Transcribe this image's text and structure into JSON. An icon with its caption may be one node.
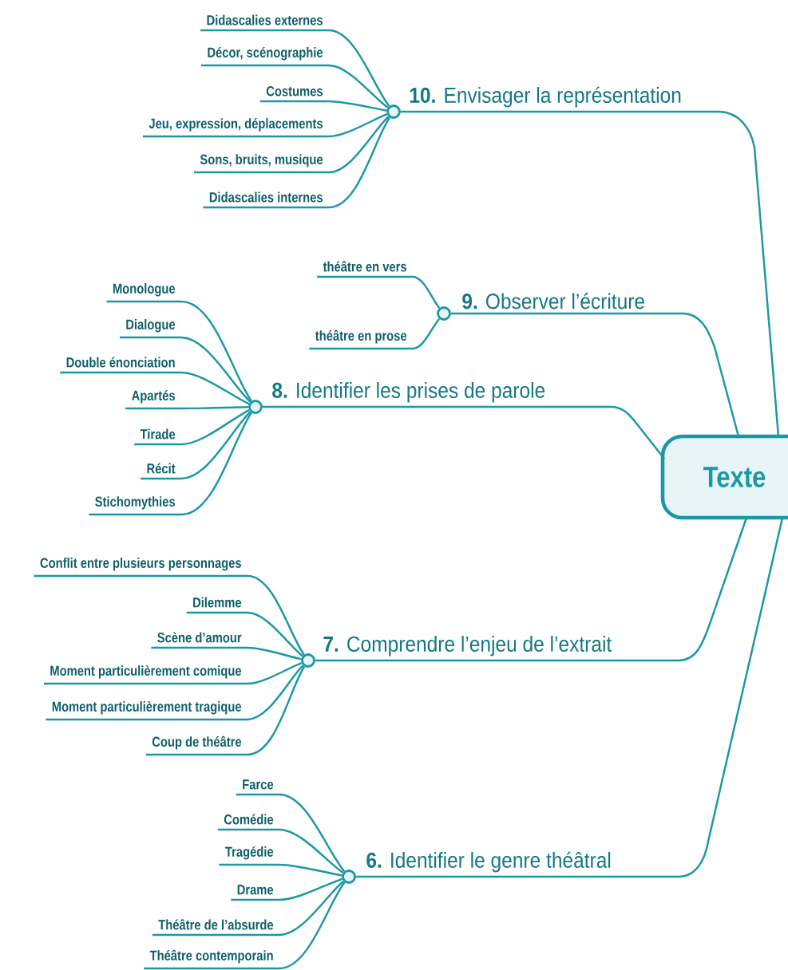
{
  "diagram": {
    "nodes": [
      {
        "text": [
          "Texte"
        ]
      },
      {
        "text": [
          "**10.** Envisager la représentation"
        ]
      },
      {
        "text": [],
        "shape": "circle"
      },
      {
        "text": [
          "Didascalies externes"
        ]
      },
      {
        "text": [
          "Décor, scénographie"
        ]
      },
      {
        "text": [
          "Costumes"
        ]
      },
      {
        "text": [
          "Jeu, expression, déplacements"
        ]
      },
      {
        "text": [
          "Sons, bruits, musique"
        ]
      },
      {
        "text": [
          "Didascalies internes"
        ]
      },
      {
        "text": [
          "**9.** Observer l’écriture"
        ]
      },
      {
        "text": [],
        "shape": "circle"
      },
      {
        "text": [
          "théâtre en vers"
        ]
      },
      {
        "text": [
          "théâtre en prose"
        ]
      },
      {
        "text": [
          "**8.** Identifier les prises de parole"
        ]
      },
      {
        "text": [],
        "shape": "circle"
      },
      {
        "text": [
          "Monologue"
        ]
      },
      {
        "text": [
          "Dialogue"
        ]
      },
      {
        "text": [
          "Double énonciation"
        ]
      },
      {
        "text": [
          "Apartés"
        ]
      },
      {
        "text": [
          "Tirade"
        ]
      },
      {
        "text": [
          "Récit"
        ]
      },
      {
        "text": [
          "Stichomythies"
        ]
      },
      {
        "text": [
          "**7.** Comprendre l’enjeu de l’extrait"
        ]
      },
      {
        "text": [],
        "shape": "circle"
      },
      {
        "text": [
          "Conflit entre plusieurs personnages"
        ]
      },
      {
        "text": [
          "Dilemme"
        ]
      },
      {
        "text": [
          "Scène d’amour"
        ]
      },
      {
        "text": [
          "Moment particulièrement comique"
        ]
      },
      {
        "text": [
          "Moment particulièrement tragique"
        ]
      },
      {
        "text": [
          "Coup de théâtre"
        ]
      },
      {
        "text": [
          "**6.** Identifier le genre théâtral"
        ]
      },
      {
        "text": [],
        "shape": "circle"
      },
      {
        "text": [
          "Farce"
        ]
      },
      {
        "text": [
          "Comédie"
        ]
      },
      {
        "text": [
          "Tragédie"
        ]
      },
      {
        "text": [
          "Drame"
        ]
      },
      {
        "text": [
          "Théâtre de l’absurde"
        ]
      },
      {
        "text": [
          "Théâtre contemporain"
        ]
      }
    ],
    "edges": [
      {
        "from": 0,
        "to": 1,
        "arrow": "none"
      },
      {
        "from": 1,
        "to": 2,
        "arrow": "none"
      },
      {
        "from": 2,
        "to": 3,
        "arrow": "none"
      },
      {
        "from": 2,
        "to": 4,
        "arrow": "none"
      },
      {
        "from": 2,
        "to": 5,
        "arrow": "none"
      },
      {
        "from": 2,
        "to": 6,
        "arrow": "none"
      },
      {
        "from": 2,
        "to": 7,
        "arrow": "none"
      },
      {
        "from": 2,
        "to": 8,
        "arrow": "none"
      },
      {
        "from": 0,
        "to": 9,
        "arrow": "none"
      },
      {
        "from": 9,
        "to": 10,
        "arrow": "none"
      },
      {
        "from": 10,
        "to": 11,
        "arrow": "none"
      },
      {
        "from": 10,
        "to": 12,
        "arrow": "none"
      },
      {
        "from": 0,
        "to": 13,
        "arrow": "none"
      },
      {
        "from": 13,
        "to": 14,
        "arrow": "none"
      },
      {
        "from": 14,
        "to": 15,
        "arrow": "none"
      },
      {
        "from": 14,
        "to": 16,
        "arrow": "none"
      },
      {
        "from": 14,
        "to": 17,
        "arrow": "none"
      },
      {
        "from": 14,
        "to": 18,
        "arrow": "none"
      },
      {
        "from": 14,
        "to": 19,
        "arrow": "none"
      },
      {
        "from": 14,
        "to": 20,
        "arrow": "none"
      },
      {
        "from": 14,
        "to": 21,
        "arrow": "none"
      },
      {
        "from": 0,
        "to": 22,
        "arrow": "none"
      },
      {
        "from": 22,
        "to": 23,
        "arrow": "none"
      },
      {
        "from": 23,
        "to": 24,
        "arrow": "none"
      },
      {
        "from": 23,
        "to": 25,
        "arrow": "none"
      },
      {
        "from": 23,
        "to": 26,
        "arrow": "none"
      },
      {
        "from": 23,
        "to": 27,
        "arrow": "none"
      },
      {
        "from": 23,
        "to": 28,
        "arrow": "none"
      },
      {
        "from": 23,
        "to": 29,
        "arrow": "none"
      },
      {
        "from": 0,
        "to": 30,
        "arrow": "none"
      },
      {
        "from": 30,
        "to": 31,
        "arrow": "none"
      },
      {
        "from": 31,
        "to": 32,
        "arrow": "none"
      },
      {
        "from": 31,
        "to": 33,
        "arrow": "none"
      },
      {
        "from": 31,
        "to": 34,
        "arrow": "none"
      },
      {
        "from": 31,
        "to": 35,
        "arrow": "none"
      },
      {
        "from": 31,
        "to": 36,
        "arrow": "none"
      },
      {
        "from": 31,
        "to": 37,
        "arrow": "none"
      }
    ]
  }
}
